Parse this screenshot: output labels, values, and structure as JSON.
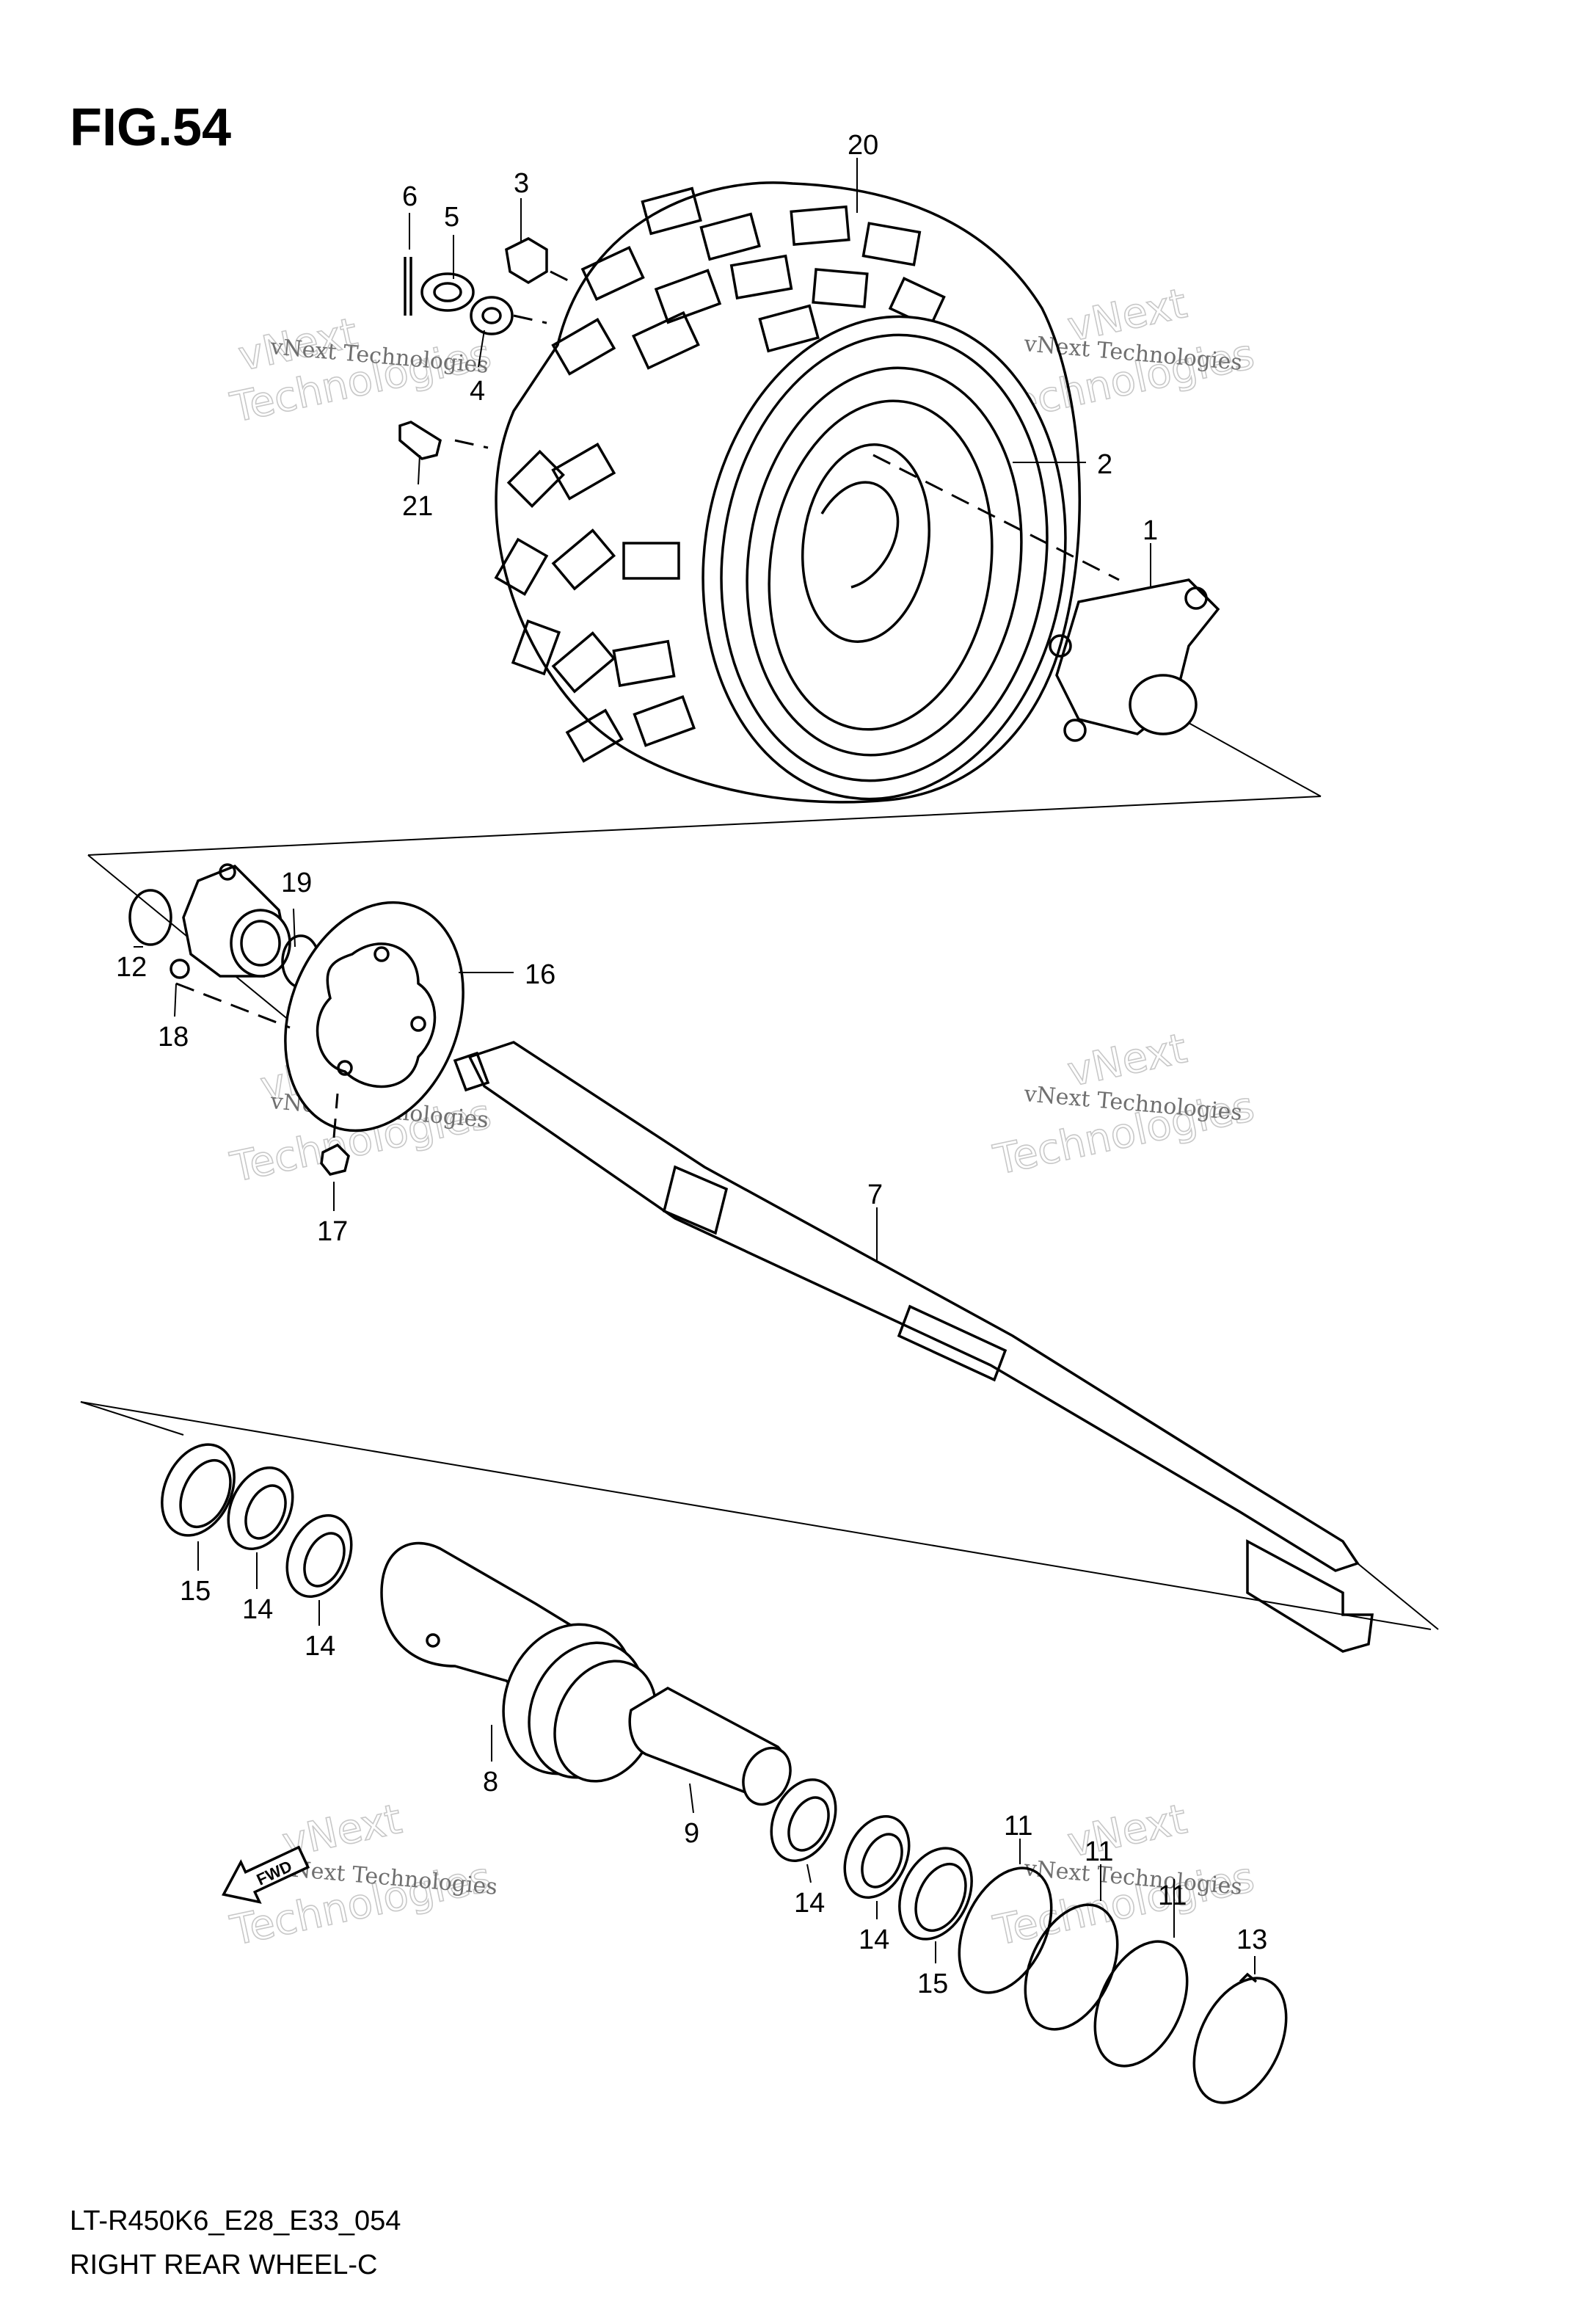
{
  "figure": {
    "title": "FIG.54"
  },
  "footer": {
    "code": "LT-R450K6_E28_E33_054",
    "name": "RIGHT REAR WHEEL-C"
  },
  "watermark": {
    "company": "vNext Technologies",
    "brand_line1": "vNext",
    "brand_line2": "Technologies"
  },
  "fwd_label": "FWD",
  "callouts": {
    "c1": "1",
    "c2": "2",
    "c3": "3",
    "c4": "4",
    "c5": "5",
    "c6": "6",
    "c7": "7",
    "c8": "8",
    "c9": "9",
    "c11a": "11",
    "c11b": "11",
    "c11c": "11",
    "c12": "12",
    "c13": "13",
    "c14a": "14",
    "c14b": "14",
    "c14c": "14",
    "c14d": "14",
    "c15a": "15",
    "c15b": "15",
    "c16": "16",
    "c17": "17",
    "c18": "18",
    "c19": "19",
    "c20": "20",
    "c21": "21"
  }
}
